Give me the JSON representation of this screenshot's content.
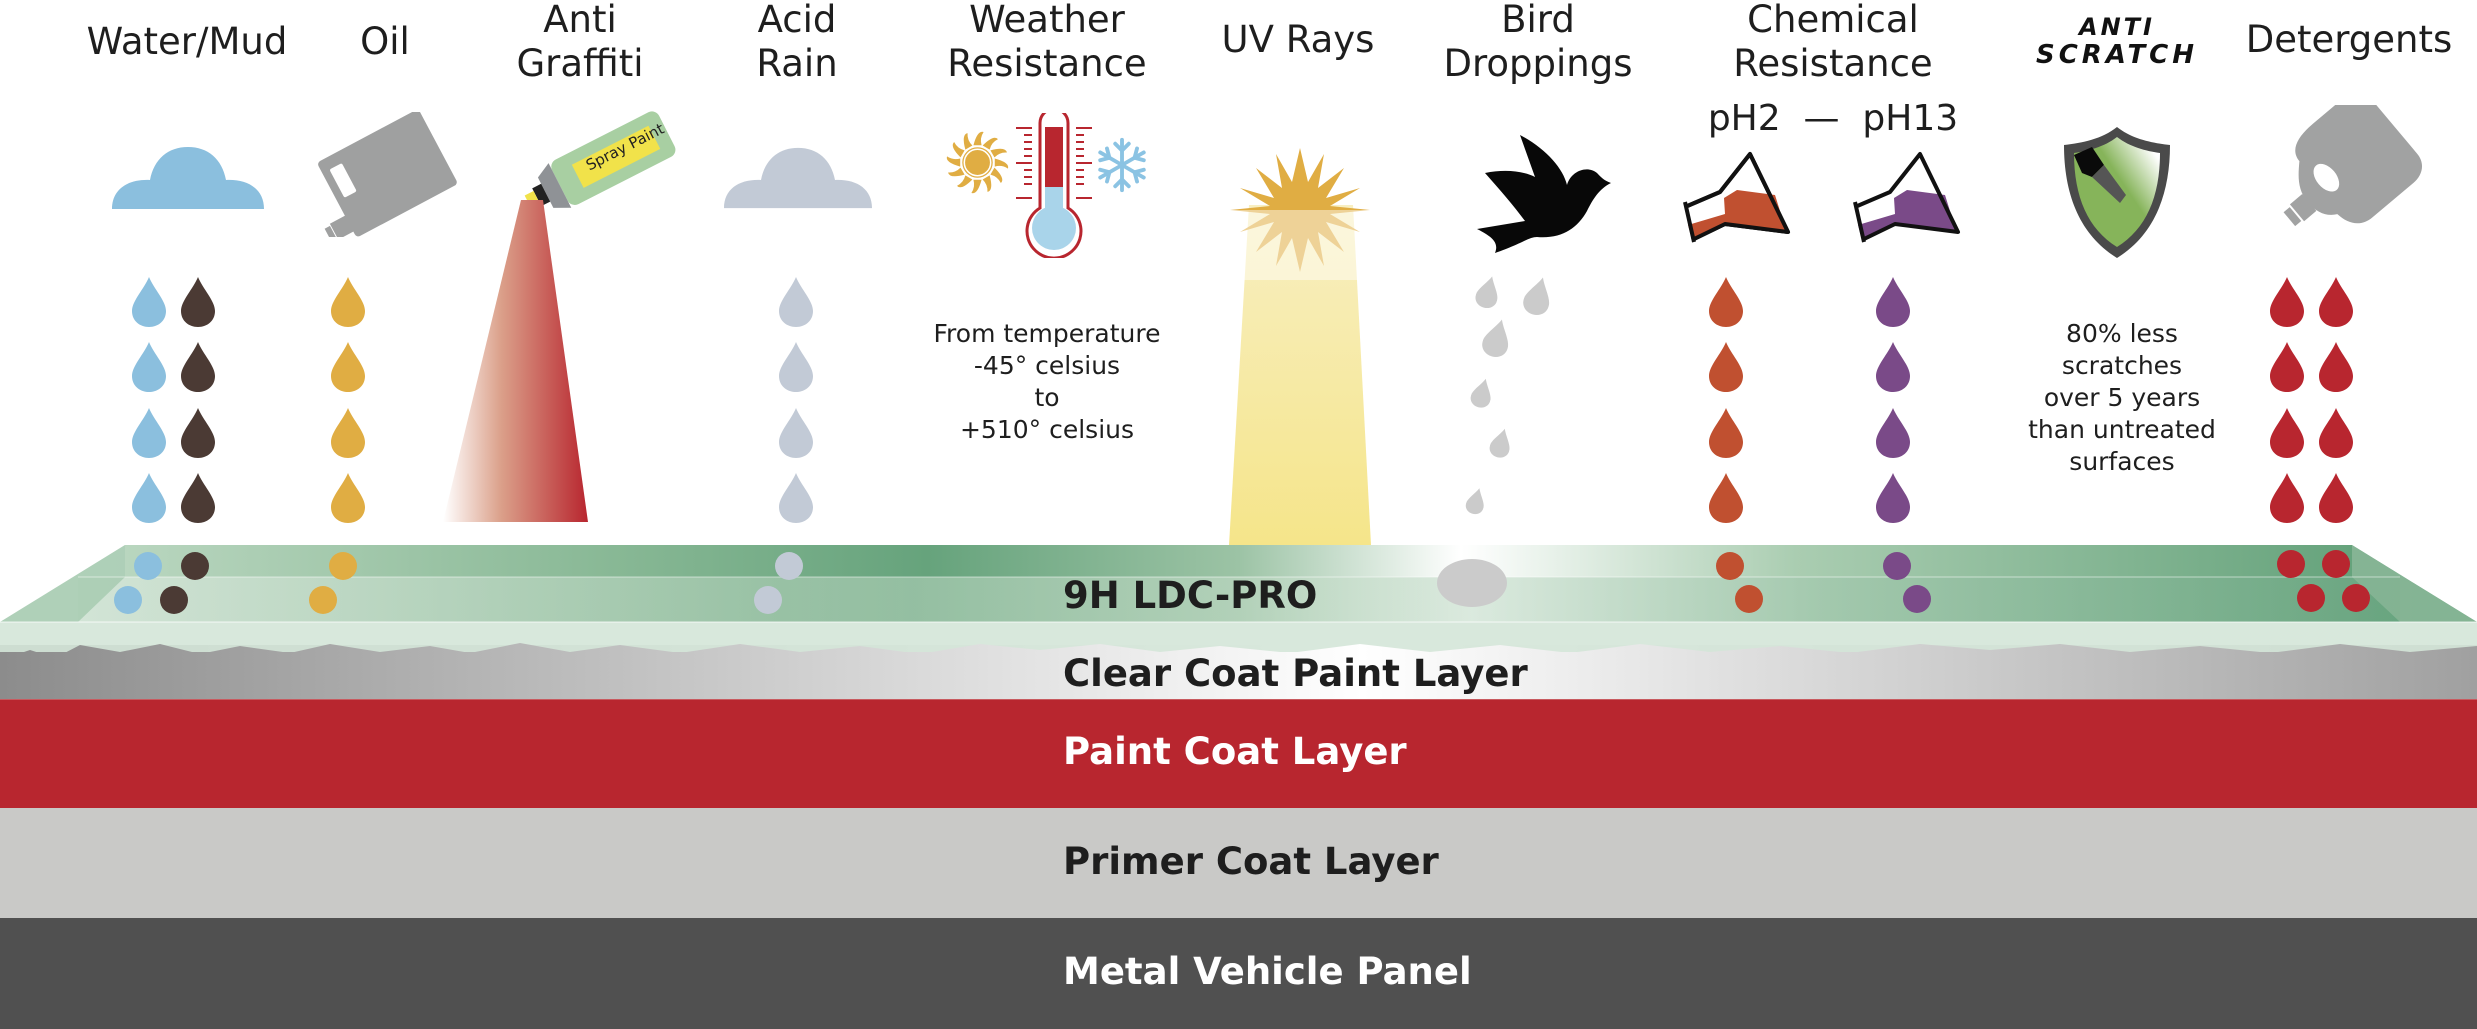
{
  "headers": {
    "water_mud": "Water/Mud",
    "oil": "Oil",
    "anti_graffiti": [
      "Anti",
      "Graffiti"
    ],
    "acid_rain": [
      "Acid",
      "Rain"
    ],
    "weather_resistance": [
      "Weather",
      "Resistance"
    ],
    "uv_rays": "UV Rays",
    "bird_droppings": [
      "Bird",
      "Droppings"
    ],
    "chemical_resistance": [
      "Chemical",
      "Resistance"
    ],
    "ph_range": "pH2  —  pH13",
    "anti_scratch": [
      "ANTI",
      "SCRATCH"
    ],
    "detergents": "Detergents"
  },
  "icons": {
    "spray_can_label": "Spray Paint"
  },
  "notes": {
    "temperature": [
      "From temperature",
      "-45° celsius",
      "to",
      "+510° celsius"
    ],
    "scratch": [
      "80% less",
      "scratches",
      "over 5 years",
      "than untreated",
      "surfaces"
    ]
  },
  "layers": [
    {
      "label": "9H LDC-PRO",
      "color": "#6aa682"
    },
    {
      "label": "Clear Coat Paint Layer",
      "color": "#c8c8c8"
    },
    {
      "label": "Paint Coat Layer",
      "color": "#b8262f"
    },
    {
      "label": "Primer Coat Layer",
      "color": "#c9c9c7"
    },
    {
      "label": "Metal Vehicle Panel",
      "color": "#505050"
    }
  ],
  "colors": {
    "water": "#8bbfde",
    "mud": "#4b3a34",
    "oil": "#e0ad43",
    "acid": "#c2cad6",
    "bird": "#cbcbcb",
    "acid_chem": "#c05030",
    "alkaline_chem": "#7a4a88",
    "detergent": "#b8262f",
    "coating_green": "#6aa682"
  }
}
